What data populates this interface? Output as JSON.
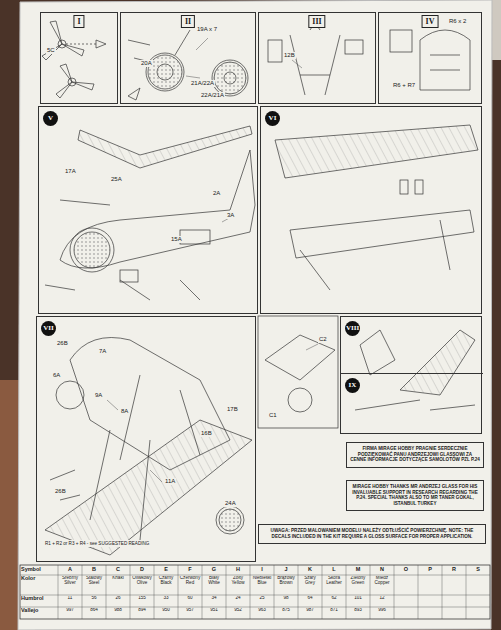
{
  "diagram": {
    "nodes": [
      {
        "text": [
          "I"
        ]
      },
      {
        "text": [
          "II"
        ]
      },
      {
        "text": [
          "III"
        ]
      },
      {
        "text": [
          "IV"
        ]
      },
      {
        "text": [
          "V"
        ]
      },
      {
        "text": [
          "VI"
        ]
      },
      {
        "text": [
          "VII"
        ]
      },
      {
        "text": [
          "VIII"
        ]
      },
      {
        "text": [
          "IX"
        ],
        "in": 7
      },
      {
        "text": [
          "FIRMA MIRAGE HOBBY PRAGNIE SERDECZNIE PODZIĘKOWAĆ PANU ANDRZEJOWI GLASSOWI ZA CENNE INFORMACJE DOTYCZĄCE SAMOLOTÓW PZL P.24"
        ]
      },
      {
        "text": [
          "MIRAGE HOBBY THANKS MR ANDRZEJ GLASS FOR HIS INVALUABLE SUPPORT IN RESEARCH REGARDING THE P.24. SPECIAL THANKS ALSO TO MR TANER GOKAL, ISTANBUL TURKEY"
        ]
      },
      {
        "text": [
          "UWAGA: PRZED MALOWANIEM MODELU NALEŻY ODTŁUŚCIĆ POWIERZCHNIĘ. NOTE: THE DECALS INCLUDED IN THE KIT REQUIRE A GLOSS SURFACE FOR PROPER APPLICATION."
        ]
      }
    ],
    "labels": [
      "5C",
      "19A x 7",
      "20A",
      "21A/22A",
      "22A/21A",
      "12B",
      "R6 x 2",
      "R6 + R7",
      "2A",
      "17A",
      "25A",
      "15A",
      "3A",
      "26B",
      "6A",
      "7A",
      "9A",
      "8A",
      "26B",
      "16B",
      "17B",
      "11A",
      "24A",
      "C2",
      "C1",
      "R1 + R2 or R3 + R4 - see SUGGESTED READING",
      "Symbol",
      "A",
      "B",
      "C",
      "D",
      "E",
      "F",
      "G",
      "H",
      "I",
      "J",
      "K",
      "L",
      "M",
      "N",
      "O",
      "P",
      "R",
      "S",
      "Kolor",
      "Srebrny Silver",
      "Stalowy Steel",
      "Khaki",
      "Oliwkowy Olive",
      "Czarny Black",
      "Czerwony Red",
      "Biały White",
      "Żółty Yellow",
      "Niebieski Blue",
      "Brązowy Brown",
      "Szary Grey",
      "Skóra Leather",
      "Zielony Green",
      "Miedź Copper",
      "Humbrol",
      "11",
      "56",
      "26",
      "155",
      "33",
      "60",
      "34",
      "24",
      "25",
      "98",
      "64",
      "62",
      "101",
      "12",
      "Vallejo",
      "997",
      "864",
      "988",
      "894",
      "950",
      "957",
      "951",
      "952",
      "963",
      "875",
      "987",
      "871",
      "893",
      "996"
    ]
  }
}
